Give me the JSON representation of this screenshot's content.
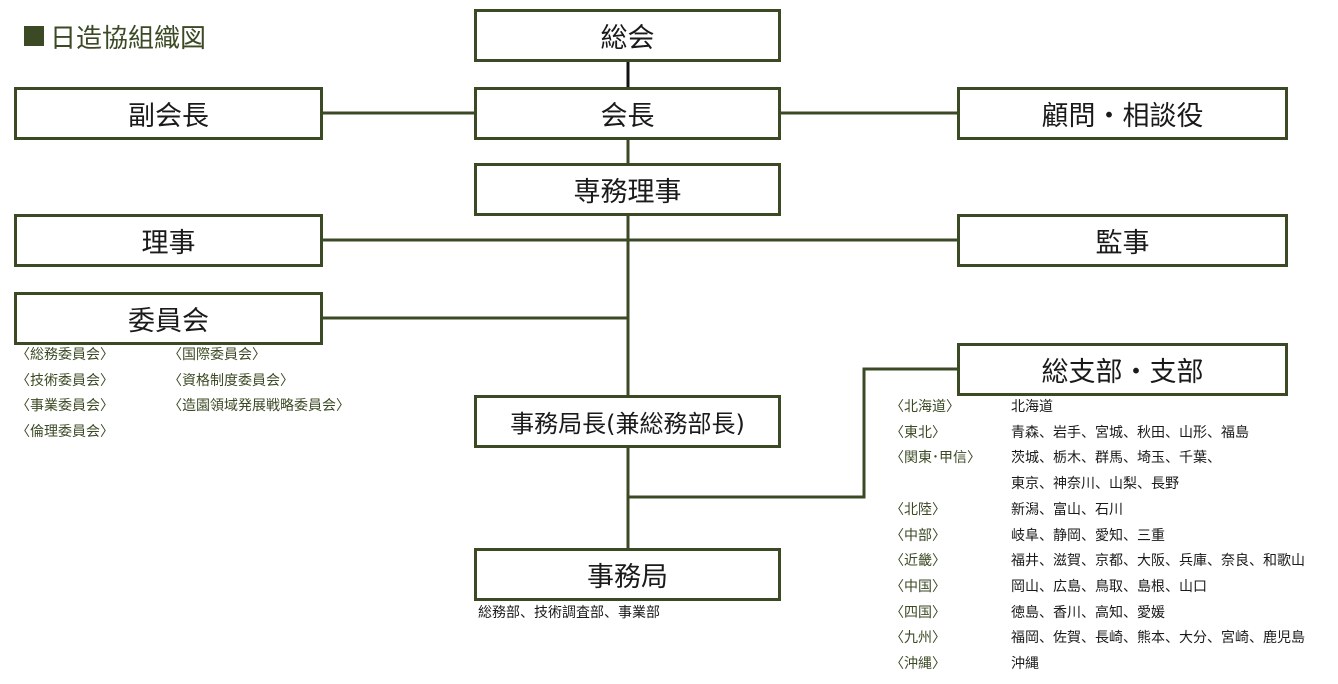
{
  "title": "日造協組織図",
  "colors": {
    "line": "#3b4a24",
    "accent": "#3b4a24",
    "text": "#1a1a1a"
  },
  "boxes": {
    "general_assembly": "総会",
    "chairman": "会長",
    "vice_chairman": "副会長",
    "advisors": "顧問・相談役",
    "executive_director": "専務理事",
    "directors": "理事",
    "auditors": "監事",
    "committees": "委員会",
    "branches": "総支部・支部",
    "secretariat_head": "事務局長(兼総務部長)",
    "secretariat": "事務局"
  },
  "committees_left": [
    "〈総務委員会〉",
    "〈技術委員会〉",
    "〈事業委員会〉",
    "〈倫理委員会〉"
  ],
  "committees_right": [
    "〈国際委員会〉",
    "〈資格制度委員会〉",
    "〈造園領域発展戦略委員会〉"
  ],
  "secretariat_departments": "総務部、技術調査部、事業部",
  "regions": [
    {
      "region": "〈北海道〉",
      "prefectures": "北海道"
    },
    {
      "region": "〈東北〉",
      "prefectures": "青森、岩手、宮城、秋田、山形、福島"
    },
    {
      "region": "〈関東･甲信〉",
      "prefectures": "茨城、栃木、群馬、埼玉、千葉、"
    },
    {
      "region": "",
      "prefectures": "東京、神奈川、山梨、長野"
    },
    {
      "region": "〈北陸〉",
      "prefectures": "新潟、富山、石川"
    },
    {
      "region": "〈中部〉",
      "prefectures": "岐阜、静岡、愛知、三重"
    },
    {
      "region": "〈近畿〉",
      "prefectures": "福井、滋賀、京都、大阪、兵庫、奈良、和歌山"
    },
    {
      "region": "〈中国〉",
      "prefectures": "岡山、広島、鳥取、島根、山口"
    },
    {
      "region": "〈四国〉",
      "prefectures": "徳島、香川、高知、愛媛"
    },
    {
      "region": "〈九州〉",
      "prefectures": "福岡、佐賀、長崎、熊本、大分、宮崎、鹿児島"
    },
    {
      "region": "〈沖縄〉",
      "prefectures": "沖縄"
    }
  ]
}
